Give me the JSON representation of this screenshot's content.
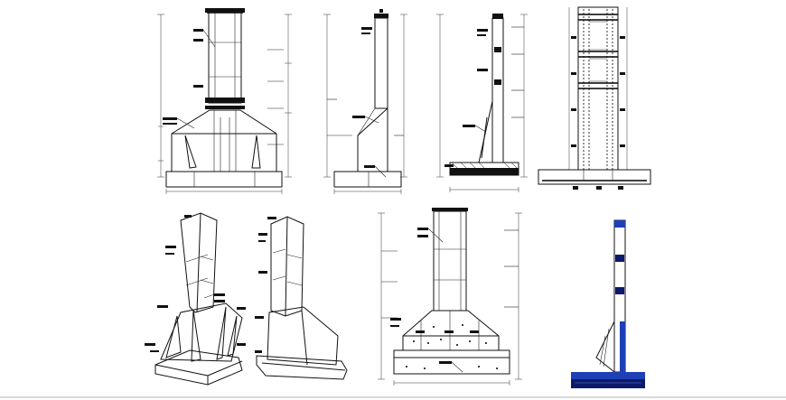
{
  "drawing": {
    "kind": "column-footing-cad-sheet",
    "views": [
      {
        "id": "elevation-front",
        "label": ""
      },
      {
        "id": "elevation-side",
        "label": ""
      },
      {
        "id": "section-side",
        "label": ""
      },
      {
        "id": "reinforcement-elevation",
        "label": ""
      },
      {
        "id": "isometric-front",
        "label": ""
      },
      {
        "id": "isometric-side",
        "label": ""
      },
      {
        "id": "elevation-front-footing-detail",
        "label": ""
      },
      {
        "id": "colored-section",
        "label": ""
      }
    ],
    "colors": {
      "line": "#111111",
      "background": "#ffffff",
      "blue_fill": "#1f3fb5",
      "dark_blue": "#0b1a6b",
      "page_edge": "#d9d9d9"
    }
  }
}
